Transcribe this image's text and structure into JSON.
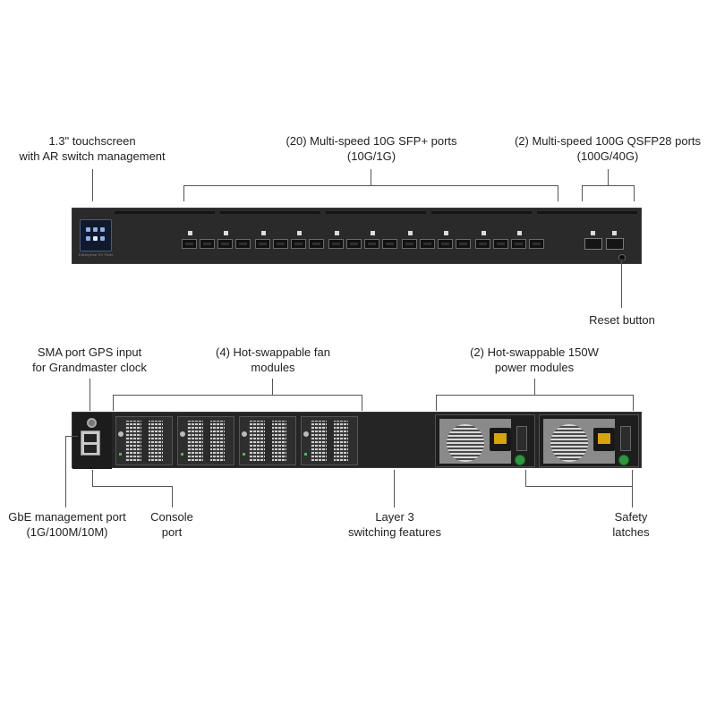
{
  "front_labels": {
    "touchscreen": "1.3\" touchscreen\nwith AR switch management",
    "sfp_ports": "(20) Multi-speed 10G SFP+ ports\n(10G/1G)",
    "qsfp_ports": "(2) Multi-speed 100G QSFP28 ports\n(100G/40G)",
    "reset_button": "Reset button"
  },
  "rear_labels": {
    "sma_port": "SMA port GPS input\nfor Grandmaster clock",
    "fan_modules": "(4) Hot-swappable fan\nmodules",
    "power_modules": "(2) Hot-swappable 150W\npower modules",
    "gbe_port": "GbE management port\n(1G/100M/10M)",
    "console_port": "Console\nport",
    "layer3": "Layer 3\nswitching features",
    "safety_latches": "Safety\nlatches"
  },
  "device": {
    "front_brand": "Enterprise XV Fiber",
    "sfp_port_count": 20,
    "qsfp_port_count": 2,
    "fan_module_count": 4,
    "power_module_count": 2
  },
  "colors": {
    "chassis": "#2a2a2b",
    "status_led": "#37c83c",
    "latch": "#2b9b3a",
    "leader_line": "#555555"
  }
}
